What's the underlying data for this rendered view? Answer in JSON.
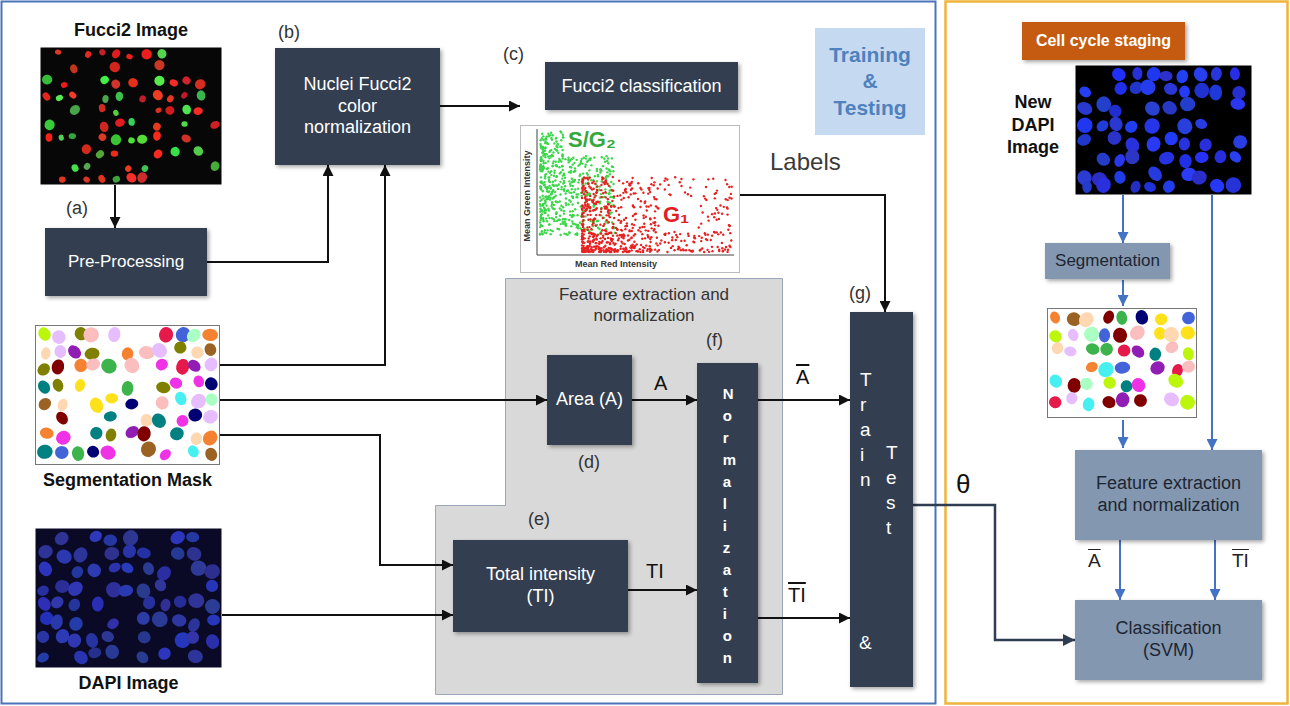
{
  "diagram": {
    "nodes": [
      {
        "text": [
          "Fucci2 Image"
        ]
      },
      {
        "text": [
          "Pre-Processing"
        ]
      },
      {
        "text": [
          "Nuclei Fucci2 color normalization"
        ]
      },
      {
        "text": [
          "Fucci2 classification"
        ]
      },
      {
        "text": [
          "Training & Testing"
        ]
      },
      {
        "text": [
          "Segmentation Mask"
        ]
      },
      {
        "text": [
          "Feature extraction and normalization"
        ]
      },
      {
        "text": [
          "Area (A)"
        ],
        "in": 6
      },
      {
        "text": [
          "Normalization"
        ],
        "in": 6
      },
      {
        "text": [
          "Total intensity (TI)"
        ],
        "in": 6
      },
      {
        "text": [
          "Train",
          "&",
          "Test"
        ]
      },
      {
        "text": [
          "DAPI Image"
        ]
      },
      {
        "text": [
          "Cell cycle staging"
        ]
      },
      {
        "text": [
          "New DAPI Image"
        ]
      },
      {
        "text": [
          "Segmentation"
        ]
      },
      {
        "text": [
          "Feature extraction and normalization"
        ]
      },
      {
        "text": [
          "Classification (SVM)"
        ]
      }
    ],
    "edges": [
      {
        "from": 0,
        "to": 1,
        "arrow": "to"
      },
      {
        "from": 1,
        "to": 2,
        "arrow": "to"
      },
      {
        "from": 5,
        "to": 2,
        "arrow": "to"
      },
      {
        "from": 2,
        "to": 3,
        "arrow": "to"
      },
      {
        "from": 3,
        "to": 10,
        "label": "Labels",
        "arrow": "to"
      },
      {
        "from": 5,
        "to": 7,
        "arrow": "to"
      },
      {
        "from": 5,
        "to": 9,
        "arrow": "to"
      },
      {
        "from": 11,
        "to": 9,
        "arrow": "to"
      },
      {
        "from": 7,
        "to": 8,
        "label": "A",
        "arrow": "to"
      },
      {
        "from": 9,
        "to": 8,
        "label": "TI",
        "arrow": "to"
      },
      {
        "from": 8,
        "to": 10,
        "label": "A",
        "arrow": "to"
      },
      {
        "from": 8,
        "to": 10,
        "label": "TI",
        "arrow": "to"
      },
      {
        "from": 10,
        "to": 16,
        "label": "θ",
        "arrow": "to"
      },
      {
        "from": 13,
        "to": 14,
        "arrow": "to"
      },
      {
        "from": 13,
        "to": 15,
        "arrow": "to"
      },
      {
        "from": 15,
        "to": 16,
        "label": "A",
        "arrow": "to"
      },
      {
        "from": 15,
        "to": 16,
        "label": "TI",
        "arrow": "to"
      }
    ],
    "labels": [
      "(a)",
      "(b)",
      "(c)",
      "S/G₂",
      "G₁",
      "Mean Green Intensity",
      "Mean Red Intensity",
      "(d)",
      "(e)",
      "(f)",
      "(g)"
    ]
  }
}
